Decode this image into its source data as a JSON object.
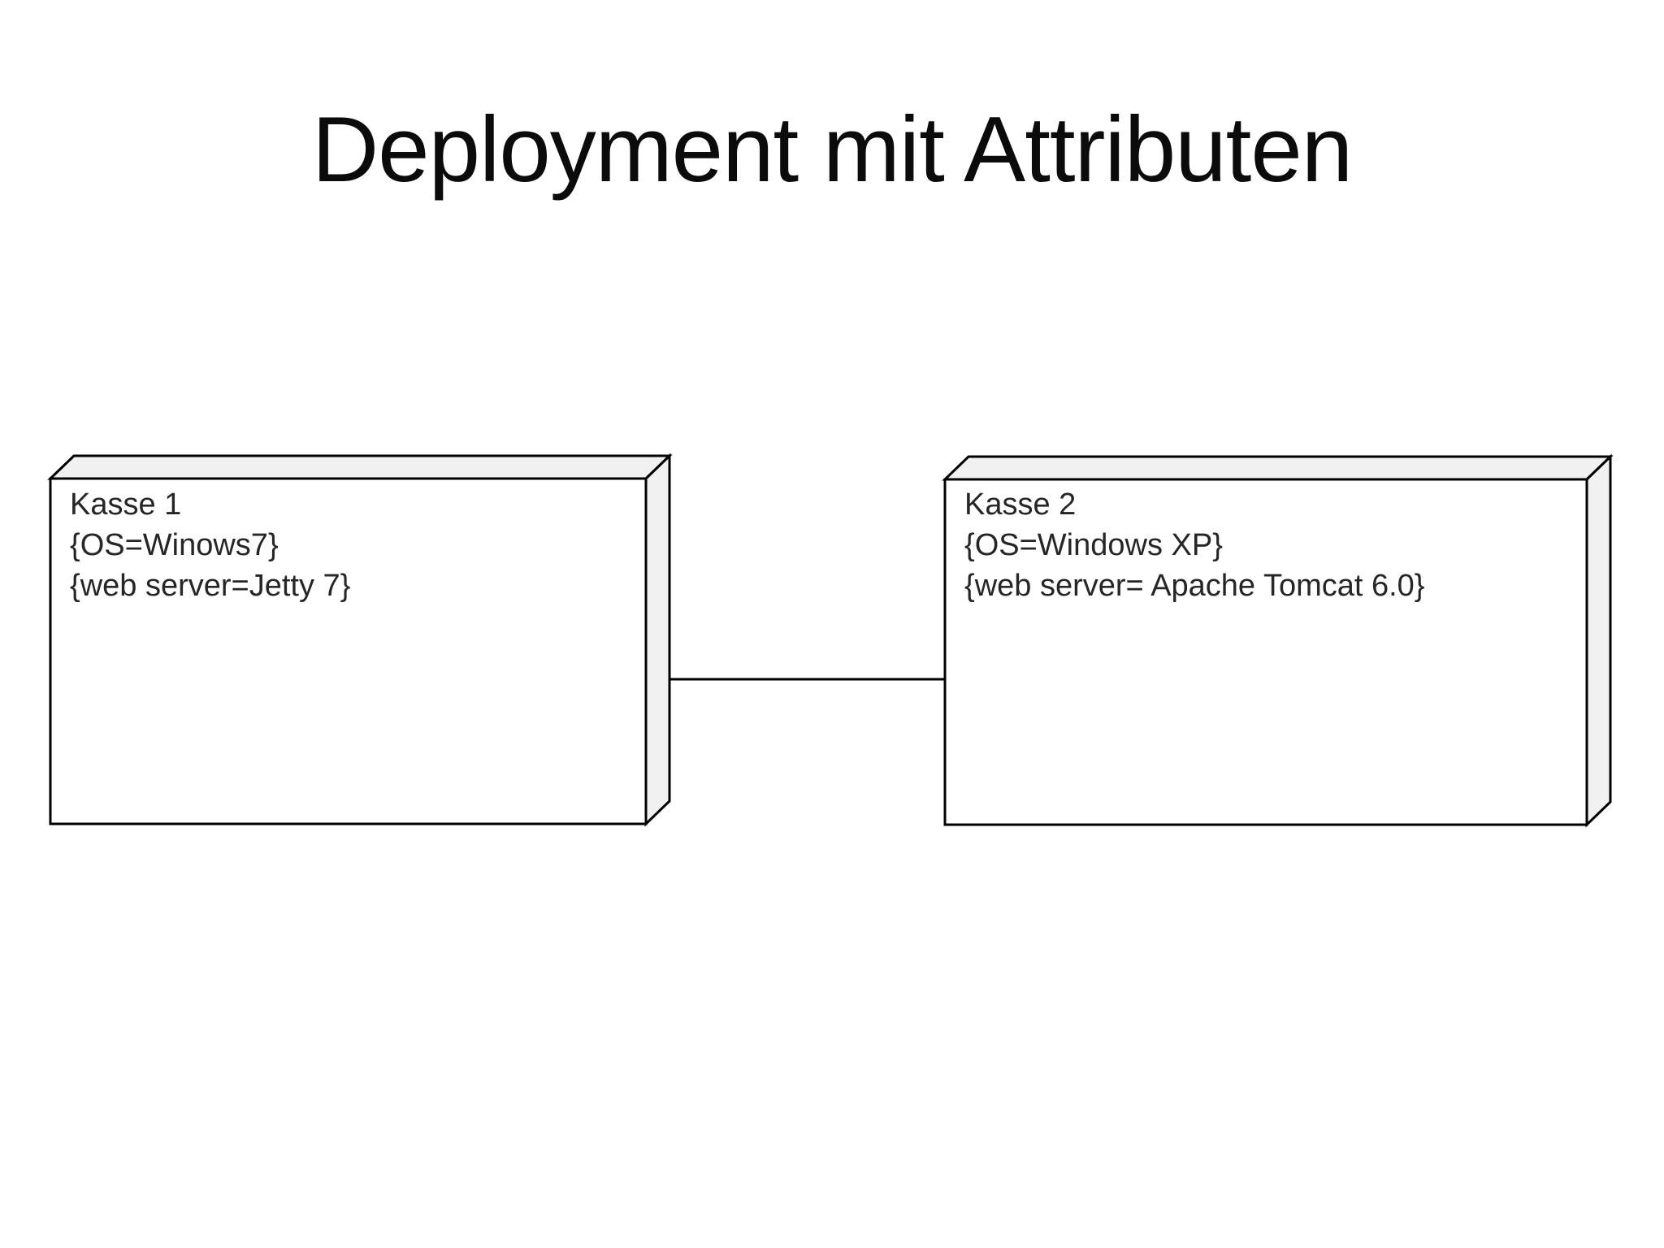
{
  "title": "Deployment mit Attributen",
  "diagram": {
    "type": "uml-deployment",
    "nodes": [
      {
        "lines": [
          "Kasse 1",
          "{OS=Winows7}",
          "{web server=Jetty 7}"
        ]
      },
      {
        "lines": [
          "Kasse 2",
          "{OS=Windows XP}",
          "{web server= Apache Tomcat 6.0}"
        ]
      }
    ],
    "connector": {
      "type": "association",
      "from": "Kasse 1",
      "to": "Kasse 2"
    }
  },
  "colors": {
    "background": "#ffffff",
    "line": "#000000",
    "node_front_fill": "#ffffff",
    "node_3d_face_fill": "#f1f1f1",
    "text": "#262626",
    "title_text": "#0b0b0b"
  }
}
